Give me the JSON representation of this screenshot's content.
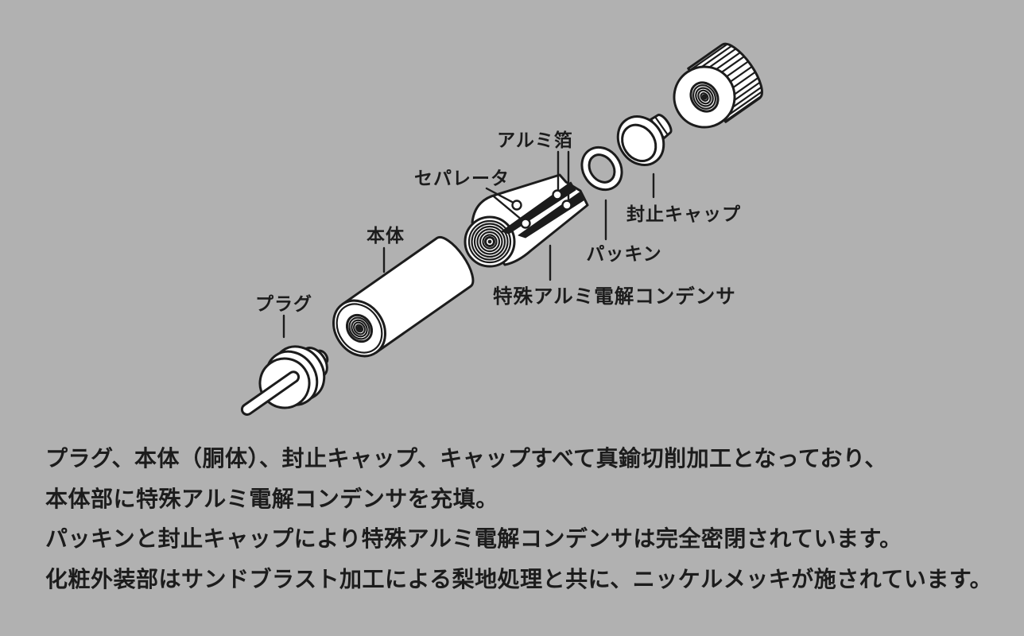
{
  "colors": {
    "background": "#b1b1b1",
    "ink": "#1c1c1c",
    "part_fill": "#ffffff"
  },
  "diagram": {
    "labels": {
      "plug": "プラグ",
      "body": "本体",
      "separator": "セパレータ",
      "aluminum_foil": "アルミ箔",
      "capacitor": "特殊アルミ電解コンデンサ",
      "packing": "パッキン",
      "sealing_cap": "封止キャップ"
    }
  },
  "description": {
    "lines": [
      "プラグ、本体（胴体）、封止キャップ、キャップすべて真鍮切削加工となっており、",
      "本体部に特殊アルミ電解コンデンサを充填。",
      "パッキンと封止キャップにより特殊アルミ電解コンデンサは完全密閉されています。",
      "化粧外装部はサンドブラスト加工による梨地処理と共に、ニッケルメッキが施されています。"
    ]
  }
}
